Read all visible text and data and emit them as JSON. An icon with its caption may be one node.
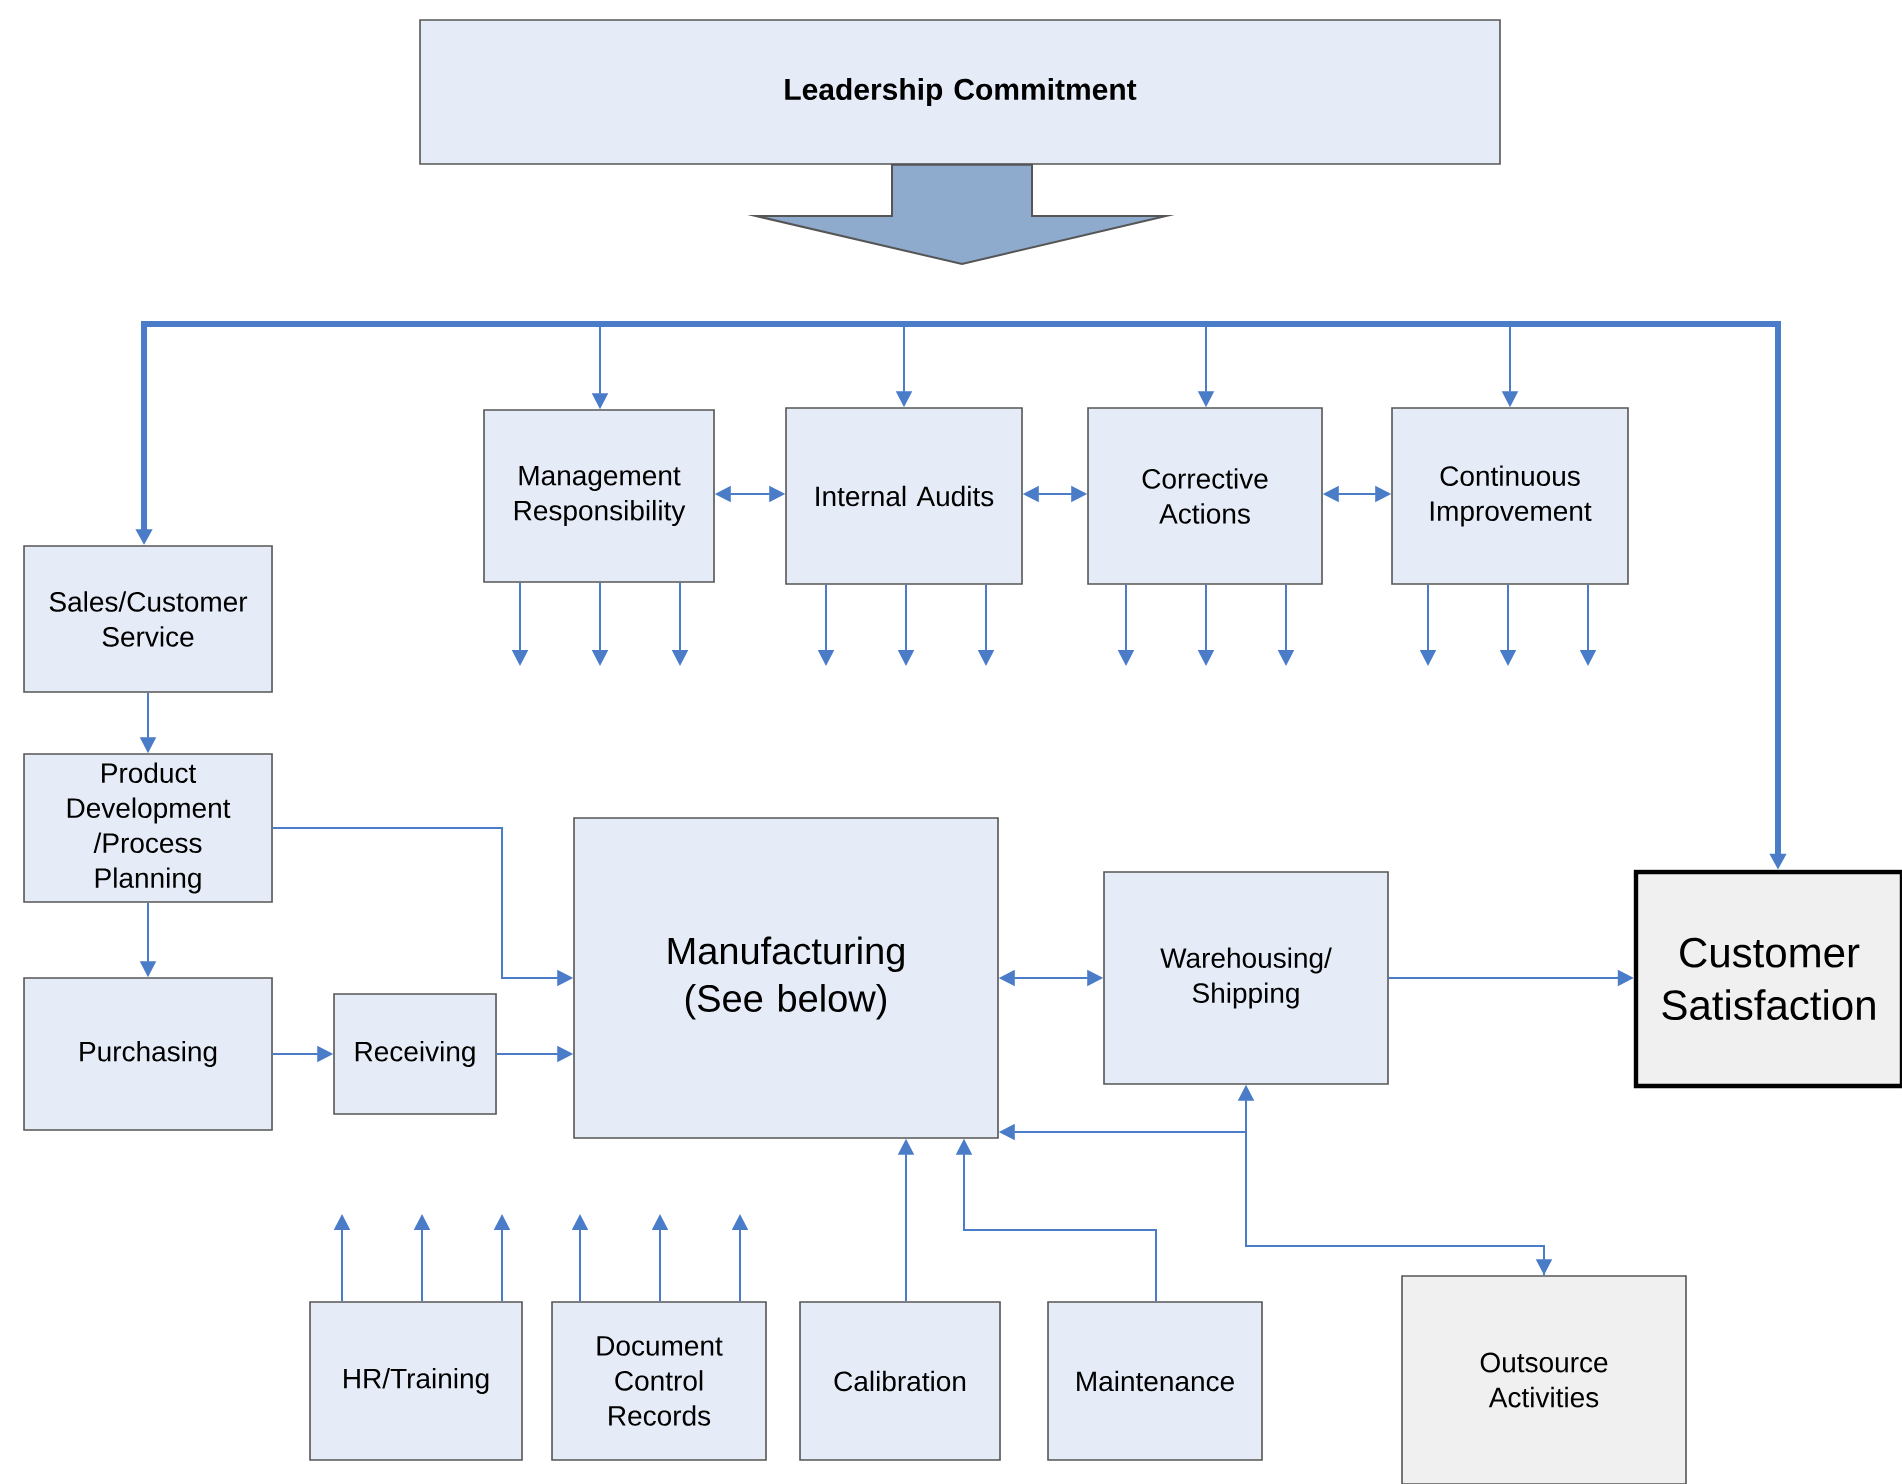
{
  "diagram": {
    "nodes": [
      {
        "text": [
          "Leadership Commitment"
        ]
      },
      {
        "text": [
          "Management Responsibility"
        ]
      },
      {
        "text": [
          "Internal Audits"
        ]
      },
      {
        "text": [
          "Corrective Actions"
        ]
      },
      {
        "text": [
          "Continuous Improvement"
        ]
      },
      {
        "text": [
          "Sales/Customer Service"
        ]
      },
      {
        "text": [
          "Product Development /Process Planning"
        ]
      },
      {
        "text": [
          "Purchasing"
        ]
      },
      {
        "text": [
          "Receiving"
        ]
      },
      {
        "text": [
          "Manufacturing (See below)"
        ]
      },
      {
        "text": [
          "Warehousing/ Shipping"
        ]
      },
      {
        "text": [
          "Customer Satisfaction"
        ]
      },
      {
        "text": [
          "HR/Training"
        ]
      },
      {
        "text": [
          "Document Control Records"
        ]
      },
      {
        "text": [
          "Calibration"
        ]
      },
      {
        "text": [
          "Maintenance"
        ]
      },
      {
        "text": [
          "Outsource Activities"
        ]
      }
    ],
    "edges": [
      {
        "from": 0,
        "to": null,
        "arrow": "to",
        "style": "thick"
      },
      {
        "from": null,
        "to": 5,
        "arrow": "to",
        "style": "thick"
      },
      {
        "from": null,
        "to": 1,
        "arrow": "to"
      },
      {
        "from": null,
        "to": 2,
        "arrow": "to"
      },
      {
        "from": null,
        "to": 3,
        "arrow": "to"
      },
      {
        "from": null,
        "to": 4,
        "arrow": "to"
      },
      {
        "from": null,
        "to": 11,
        "arrow": "to",
        "style": "thick"
      },
      {
        "from": 1,
        "to": 2,
        "arrow": "both"
      },
      {
        "from": 2,
        "to": 3,
        "arrow": "both"
      },
      {
        "from": 3,
        "to": 4,
        "arrow": "both"
      },
      {
        "from": 1,
        "to": null,
        "arrow": "to"
      },
      {
        "from": 1,
        "to": null,
        "arrow": "to"
      },
      {
        "from": 1,
        "to": null,
        "arrow": "to"
      },
      {
        "from": 2,
        "to": null,
        "arrow": "to"
      },
      {
        "from": 2,
        "to": null,
        "arrow": "to"
      },
      {
        "from": 2,
        "to": null,
        "arrow": "to"
      },
      {
        "from": 3,
        "to": null,
        "arrow": "to"
      },
      {
        "from": 3,
        "to": null,
        "arrow": "to"
      },
      {
        "from": 3,
        "to": null,
        "arrow": "to"
      },
      {
        "from": 4,
        "to": null,
        "arrow": "to"
      },
      {
        "from": 4,
        "to": null,
        "arrow": "to"
      },
      {
        "from": 4,
        "to": null,
        "arrow": "to"
      },
      {
        "from": 5,
        "to": 6,
        "arrow": "to"
      },
      {
        "from": 6,
        "to": 7,
        "arrow": "to"
      },
      {
        "from": 6,
        "to": 9,
        "arrow": "to"
      },
      {
        "from": 7,
        "to": 8,
        "arrow": "to"
      },
      {
        "from": 8,
        "to": 9,
        "arrow": "to"
      },
      {
        "from": 9,
        "to": 10,
        "arrow": "both"
      },
      {
        "from": 10,
        "to": 11,
        "arrow": "to"
      },
      {
        "from": 14,
        "to": 9,
        "arrow": "to"
      },
      {
        "from": 15,
        "to": 9,
        "arrow": "to"
      },
      {
        "from": 10,
        "to": 16,
        "arrow": "both"
      },
      {
        "from": 16,
        "to": 9,
        "arrow": "to"
      },
      {
        "from": 12,
        "to": null,
        "arrow": "to"
      },
      {
        "from": 12,
        "to": null,
        "arrow": "to"
      },
      {
        "from": 12,
        "to": null,
        "arrow": "to"
      },
      {
        "from": 13,
        "to": null,
        "arrow": "to"
      },
      {
        "from": 13,
        "to": null,
        "arrow": "to"
      },
      {
        "from": 13,
        "to": null,
        "arrow": "to"
      }
    ]
  }
}
